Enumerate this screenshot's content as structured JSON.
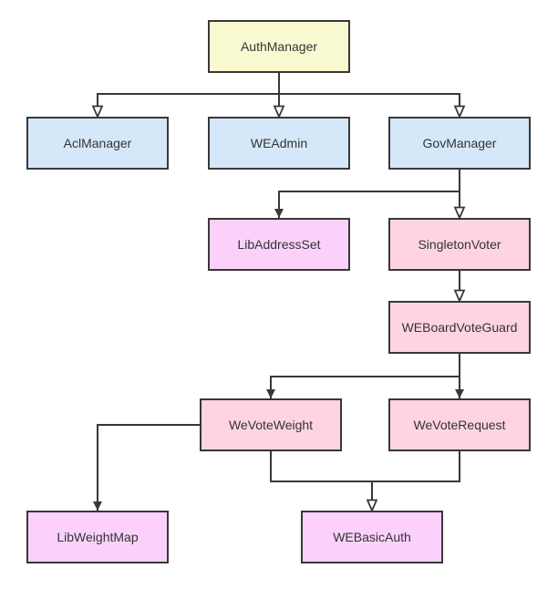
{
  "diagram": {
    "type": "class-dependency-flowchart",
    "background_color": "#ffffff",
    "line_color": "#383838",
    "text_color": "#333333",
    "palette": {
      "yellow": "#fafad2",
      "blue": "#d5e8fa",
      "pink": "#ffd4e2",
      "violet": "#fbd1fb"
    },
    "nodes": {
      "authManager": {
        "label": "AuthManager",
        "fill": "#fafad2"
      },
      "aclManager": {
        "label": "AclManager",
        "fill": "#d5e8fa"
      },
      "weAdmin": {
        "label": "WEAdmin",
        "fill": "#d5e8fa"
      },
      "govManager": {
        "label": "GovManager",
        "fill": "#d5e8fa"
      },
      "libAddressSet": {
        "label": "LibAddressSet",
        "fill": "#fbd1fb"
      },
      "singletonVoter": {
        "label": "SingletonVoter",
        "fill": "#ffd4e2"
      },
      "weBoardVoteGuard": {
        "label": "WEBoardVoteGuard",
        "fill": "#ffd4e2"
      },
      "weVoteWeight": {
        "label": "WeVoteWeight",
        "fill": "#ffd4e2"
      },
      "weVoteRequest": {
        "label": "WeVoteRequest",
        "fill": "#ffd4e2"
      },
      "libWeightMap": {
        "label": "LibWeightMap",
        "fill": "#fbd1fb"
      },
      "weBasicAuth": {
        "label": "WEBasicAuth",
        "fill": "#fbd1fb"
      }
    },
    "edges": [
      {
        "from": "AuthManager",
        "to": "AclManager",
        "arrowhead": "open"
      },
      {
        "from": "AuthManager",
        "to": "WEAdmin",
        "arrowhead": "open"
      },
      {
        "from": "AuthManager",
        "to": "GovManager",
        "arrowhead": "open"
      },
      {
        "from": "GovManager",
        "to": "LibAddressSet",
        "arrowhead": "solid"
      },
      {
        "from": "GovManager",
        "to": "SingletonVoter",
        "arrowhead": "open"
      },
      {
        "from": "SingletonVoter",
        "to": "WEBoardVoteGuard",
        "arrowhead": "open"
      },
      {
        "from": "WEBoardVoteGuard",
        "to": "WeVoteWeight",
        "arrowhead": "solid"
      },
      {
        "from": "WEBoardVoteGuard",
        "to": "WeVoteRequest",
        "arrowhead": "solid"
      },
      {
        "from": "WeVoteWeight",
        "to": "LibWeightMap",
        "arrowhead": "solid"
      },
      {
        "from": "WeVoteWeight",
        "to": "WEBasicAuth",
        "arrowhead": "open"
      },
      {
        "from": "WeVoteRequest",
        "to": "WEBasicAuth",
        "arrowhead": "open"
      }
    ]
  }
}
